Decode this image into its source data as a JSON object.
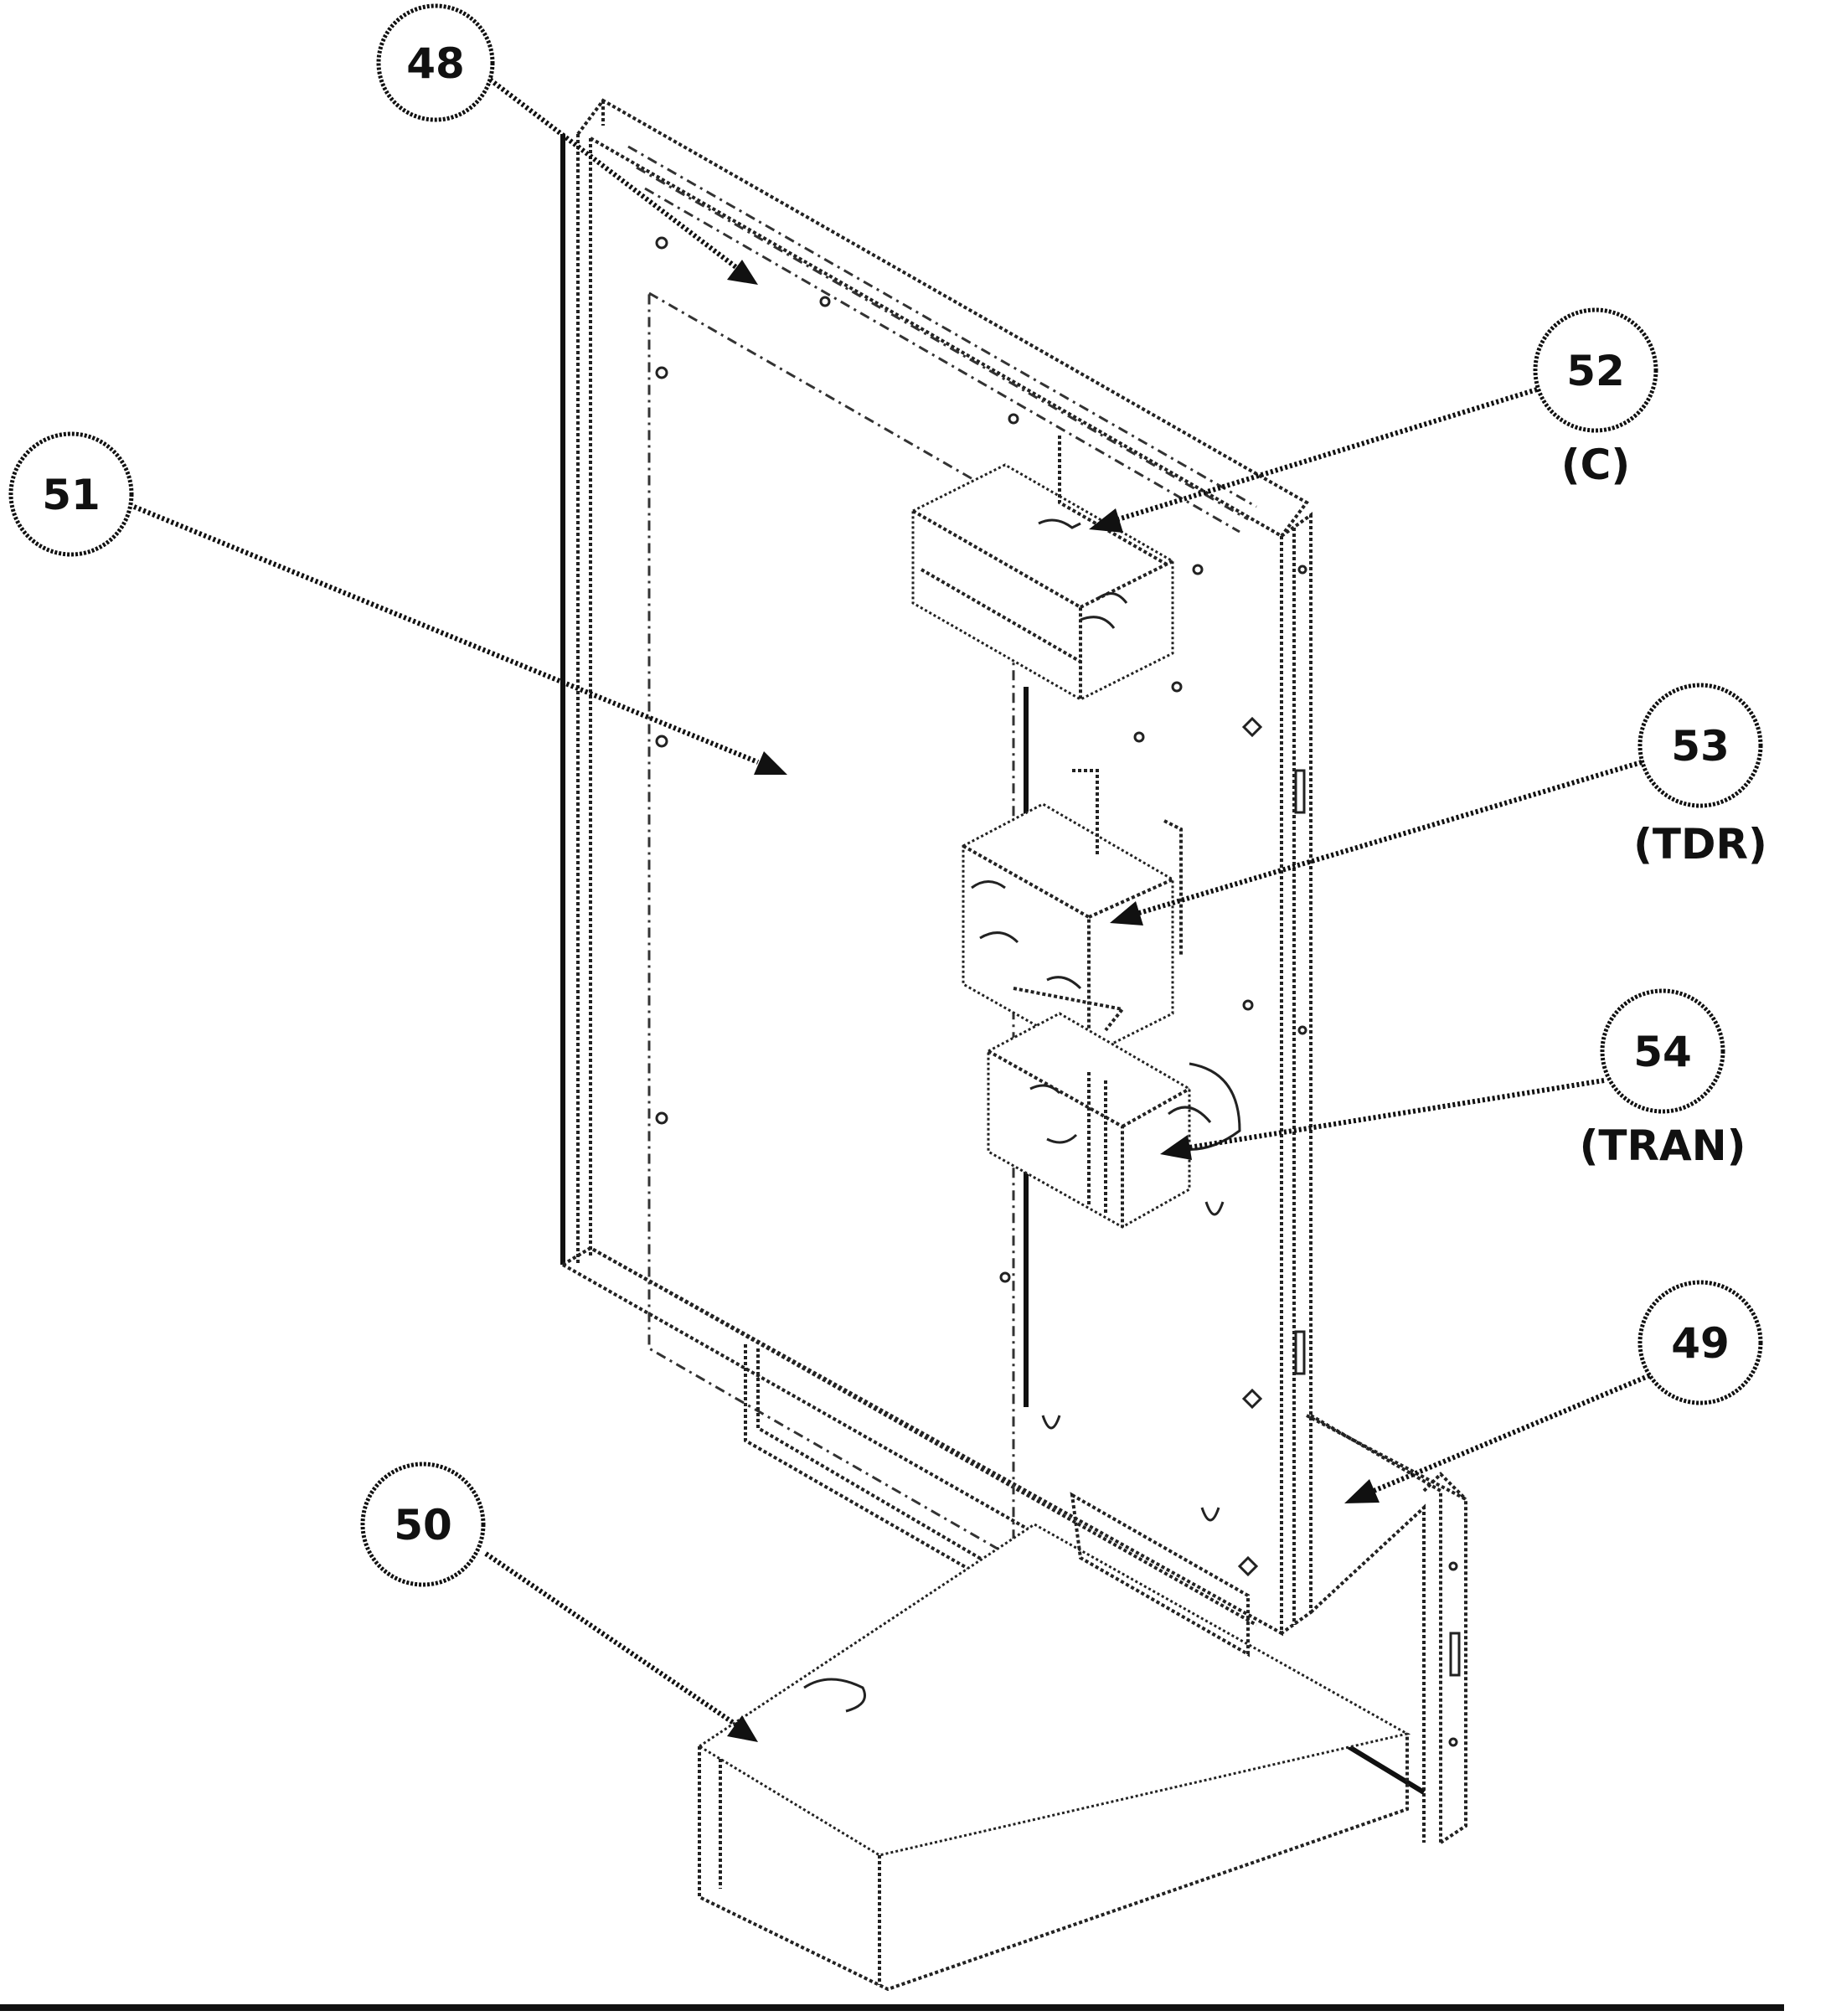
{
  "callouts": [
    {
      "number": "48",
      "code": ""
    },
    {
      "number": "49",
      "code": ""
    },
    {
      "number": "50",
      "code": ""
    },
    {
      "number": "51",
      "code": ""
    },
    {
      "number": "52",
      "code": "(C)"
    },
    {
      "number": "53",
      "code": "(TDR)"
    },
    {
      "number": "54",
      "code": "(TRAN)"
    }
  ],
  "colors": {
    "ink": "#111111",
    "paper": "#ffffff"
  }
}
